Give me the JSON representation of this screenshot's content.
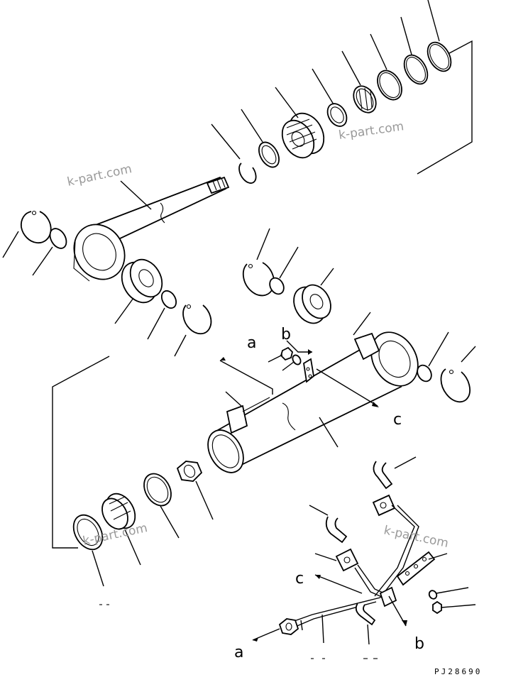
{
  "watermarks": [
    "k-part.com",
    "k-part.com",
    "k-part.com",
    "k-part.com"
  ],
  "connectors": {
    "a_upper": "a",
    "b_upper": "b",
    "c_upper": "c",
    "c_lower": "c",
    "a_lower": "a",
    "b_lower": "b"
  },
  "drawing_code": "PJ28690"
}
